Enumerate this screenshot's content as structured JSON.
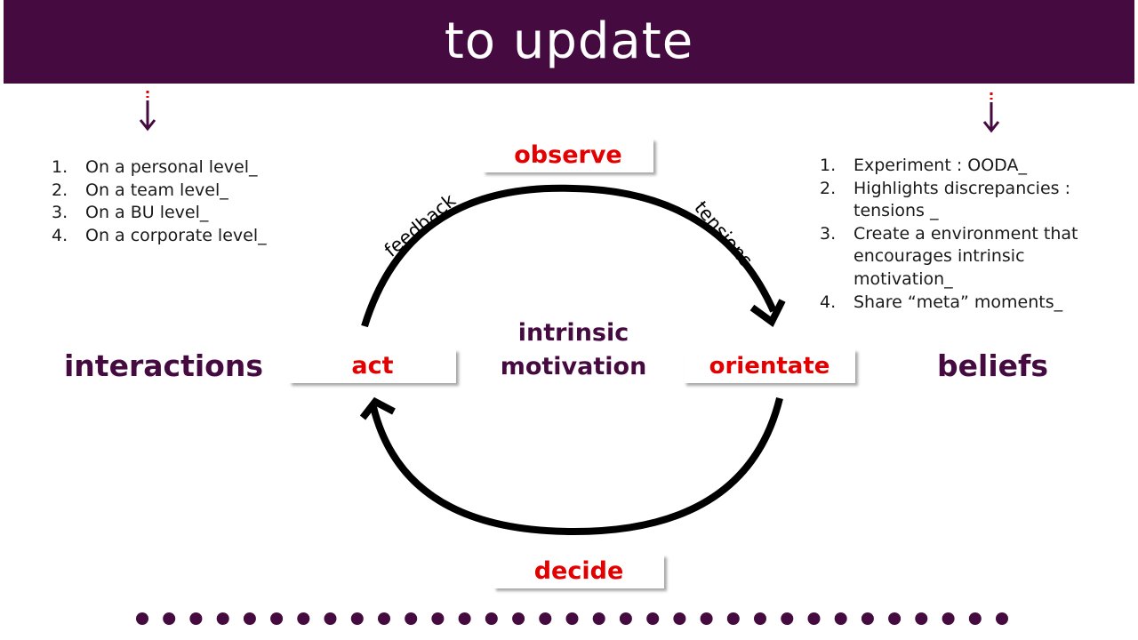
{
  "header": {
    "title": "to update"
  },
  "left_list": [
    {
      "num": "1.",
      "text": "On a personal level_"
    },
    {
      "num": "2.",
      "text": "On a team level_"
    },
    {
      "num": "3.",
      "text": "On a BU level_"
    },
    {
      "num": "4.",
      "text": "On a corporate level_"
    }
  ],
  "right_list": [
    {
      "num": "1.",
      "text": "Experiment : OODA_"
    },
    {
      "num": "2.",
      "text": "Highlights discrepancies : tensions _"
    },
    {
      "num": "3.",
      "text": "Create a environment that encourages intrinsic motivation_"
    },
    {
      "num": "4.",
      "text": "Share “meta” moments_"
    }
  ],
  "labels": {
    "interactions": "interactions",
    "beliefs": "beliefs",
    "center_line1": "intrinsic",
    "center_line2": "motivation"
  },
  "cycle": {
    "observe": "observe",
    "act": "act",
    "orientate": "orientate",
    "decide": "decide",
    "feedback": "feedback",
    "tensions": "tensions"
  },
  "colors": {
    "brand_purple": "#450a3f",
    "accent_red": "#e30000",
    "arrow_black": "#000000"
  },
  "icons": {
    "down_arrow": "dashed-down-arrow-icon",
    "dots": "dotted-divider"
  }
}
